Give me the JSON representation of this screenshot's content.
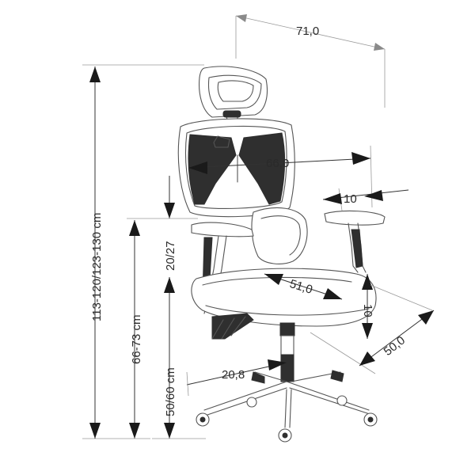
{
  "dimensions": {
    "width_total": "71,0",
    "backrest_width": "66,0",
    "armrest_width": "10",
    "seat_depth": "51,0",
    "seat_thickness": "10",
    "seat_width": "50,0",
    "base_radius": "20,8",
    "armrest_adjust": "20/27",
    "total_height": "113-120/123-130 cm",
    "armrest_height": "66-73 cm",
    "seat_height": "50/60 cm"
  },
  "colors": {
    "line": "#333333",
    "chair": "#555555",
    "dark_parts": "#2f2f2f"
  }
}
